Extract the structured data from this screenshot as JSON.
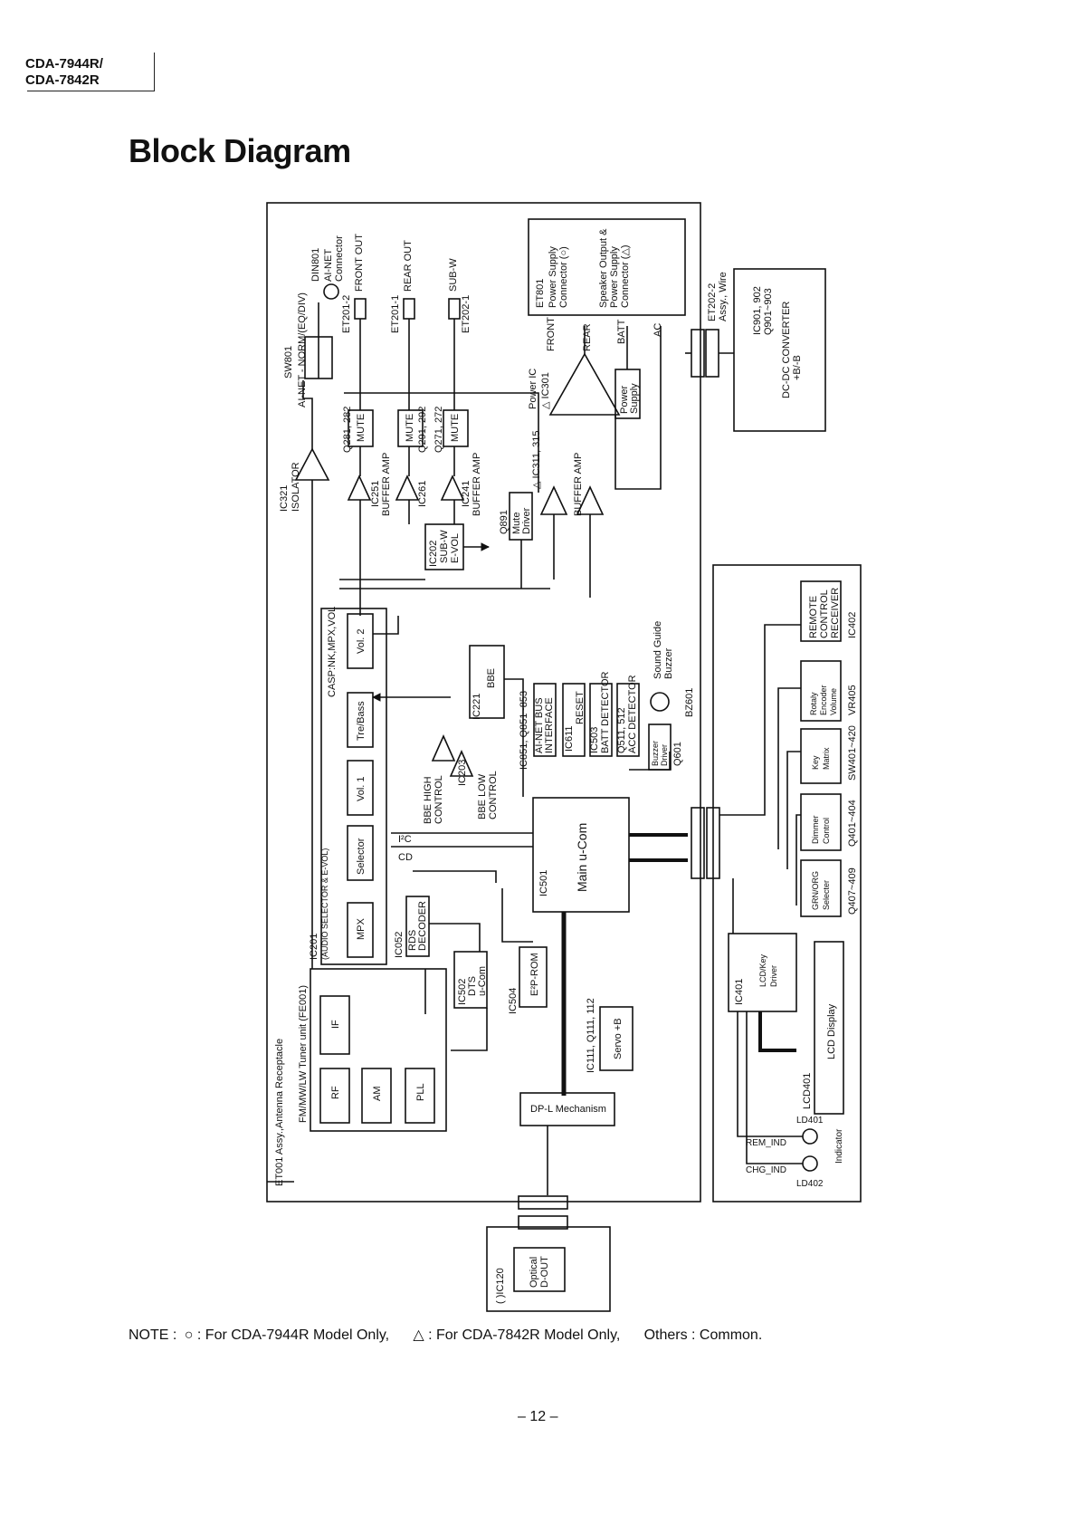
{
  "header": {
    "model_line1": "CDA-7944R/",
    "model_line2": "CDA-7842R",
    "title": "Block Diagram"
  },
  "labels": {
    "din801": "DIN801",
    "ainet_conn1": "AI-NET",
    "ainet_conn2": "Connector",
    "sw801": "SW801",
    "sw801_desc": "AI-NET - NORM/(EQ/DIV)",
    "ic321": "IC321",
    "isolator": "ISOLATOR",
    "et201_2": "ET201-2",
    "front_out": "FRONT OUT",
    "et201_1": "ET201-1",
    "rear_out": "REAR OUT",
    "et202_1": "ET202-1",
    "sub_w": "SUB-W",
    "q281": "Q281, 282",
    "q291": "Q291, 292",
    "q271": "Q271, 272",
    "mute": "MUTE",
    "ic251": "IC251",
    "ic261": "IC261",
    "ic241": "IC241",
    "buffer_amp": "BUFFER AMP",
    "ic202": "IC202",
    "subw_evol": "SUB-W",
    "evol": "E-VOL",
    "q891": "Q891",
    "mute_driver1": "Mute",
    "mute_driver2": "Driver",
    "power_ic": "Power IC",
    "ic301": "△ IC301",
    "ic311": "△ IC311, 315",
    "front": "FRONT",
    "rear": "REAR",
    "batt": "BATT",
    "ac": "AC",
    "power_supply1": "Power",
    "power_supply2": "Supply",
    "et801": "ET801",
    "ps_conn1": "Power Supply",
    "ps_conn2": "Connector (○)",
    "spk_out1": "Speaker Output &",
    "spk_out2": "Power Supply",
    "spk_out3": "Connector (△)",
    "et202_2": "ET202-2",
    "assy_wire": "Assy., Wire",
    "ic901": "IC901, 902",
    "q901": "Q901~903",
    "dcdc": "DC-DC CONVERTER",
    "bb": "+B/-B",
    "casp": "CASP:NK,MPX,VOL",
    "vol2": "Vol. 2",
    "trebass": "Tre/Bass",
    "vol1": "Vol. 1",
    "selector": "Selector",
    "mpx": "MPX",
    "ic201": "IC201",
    "audio_sel": "(AUDIO SELECTOR & E-VOL)",
    "ic221": "IC221",
    "bbe": "BBE",
    "bbe_high": "BBE HIGH",
    "bbe_high2": "CONTROL",
    "ic203": "IC203",
    "bbe_low": "BBE LOW",
    "bbe_low2": "CONTROL",
    "i2c": "I²C",
    "cd": "CD",
    "ic052": "IC052",
    "rds": "RDS",
    "decoder": "DECODER",
    "ic851": "IC851, Q851~853",
    "ainet_bus": "AI-NET BUS",
    "interface": "INTERFACE",
    "ic611": "IC611",
    "reset": "RESET",
    "ic503": "IC503",
    "batt_det": "BATT DETECTOR",
    "q511": "Q511, 512",
    "acc_det": "ACC DETECTOR",
    "buzzer_driver1": "Buzzer",
    "buzzer_driver2": "Driver",
    "q601": "Q601",
    "sound_guide1": "Sound Guide",
    "sound_guide2": "Buzzer",
    "bz601": "BZ601",
    "ic501": "IC501",
    "main_ucom": "Main u-Com",
    "ic502": "IC502",
    "dts1": "DTS",
    "dts2": "u-Com",
    "ic504": "IC504",
    "e2prom": "E²P-ROM",
    "ic111": "IC111, Q111, 112",
    "servo": "Servo +B",
    "dpl": "DP-L Mechanism",
    "tuner": "FM/MW/LW Tuner unit (FE001)",
    "et001": "ET001 Assy.,Antenna Receptacle",
    "if": "IF",
    "rf": "RF",
    "am": "AM",
    "pll": "PLL",
    "ic120": "( )IC120",
    "optical1": "Optical",
    "optical2": "D-OUT",
    "remote1": "REMOTE",
    "remote2": "CONTROL",
    "remote3": "RECEIVER",
    "ic402": "IC402",
    "rotary1": "Rotaly",
    "rotary2": "Encoder",
    "rotary3": "Volume",
    "vr405": "VR405",
    "key1": "Key",
    "key2": "Matrix",
    "sw401": "SW401~420",
    "dimmer1": "Dimmer",
    "dimmer2": "Control",
    "q401": "Q401~404",
    "grn1": "GRN/ORG",
    "grn2": "Selecter",
    "q407": "Q407~409",
    "ic401": "IC401",
    "lcdkey1": "LCD/Key",
    "lcdkey2": "Driver",
    "lcd_display": "LCD Display",
    "lcd401": "LCD401",
    "ld401": "LD401",
    "ld402": "LD402",
    "rem_ind": "REM_IND",
    "chg_ind": "CHG_IND",
    "indicator": "Indicator"
  },
  "note": {
    "prefix": "NOTE  :",
    "item1": "○ : For CDA-7944R Model Only,",
    "item2": "△ : For CDA-7842R Model Only,",
    "item3": "Others : Common."
  },
  "page_number": "– 12 –"
}
